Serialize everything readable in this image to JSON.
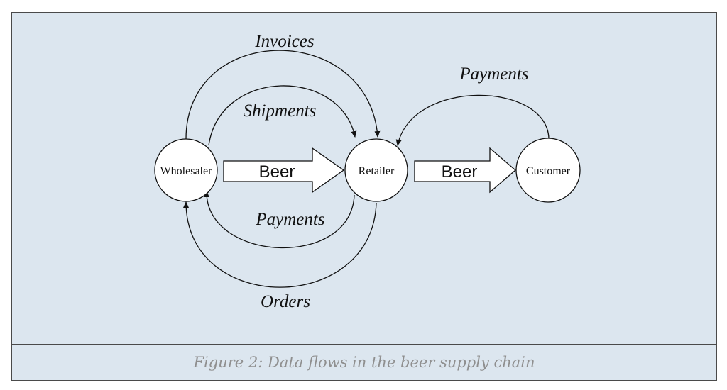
{
  "nodes": {
    "wholesaler": "Wholesaler",
    "retailer": "Retailer",
    "customer": "Customer"
  },
  "flows": {
    "invoices": "Invoices",
    "shipments": "Shipments",
    "payments_to_wholesaler": "Payments",
    "orders": "Orders",
    "payments_from_customer": "Payments"
  },
  "beer_arrows": {
    "wholesaler_to_retailer": "Beer",
    "retailer_to_customer": "Beer"
  },
  "caption": "Figure 2: Data flows in the beer supply chain",
  "colors": {
    "panel_background": "#dce6ef",
    "border": "#4a4a4a",
    "caption_text": "#8f8f8f"
  }
}
